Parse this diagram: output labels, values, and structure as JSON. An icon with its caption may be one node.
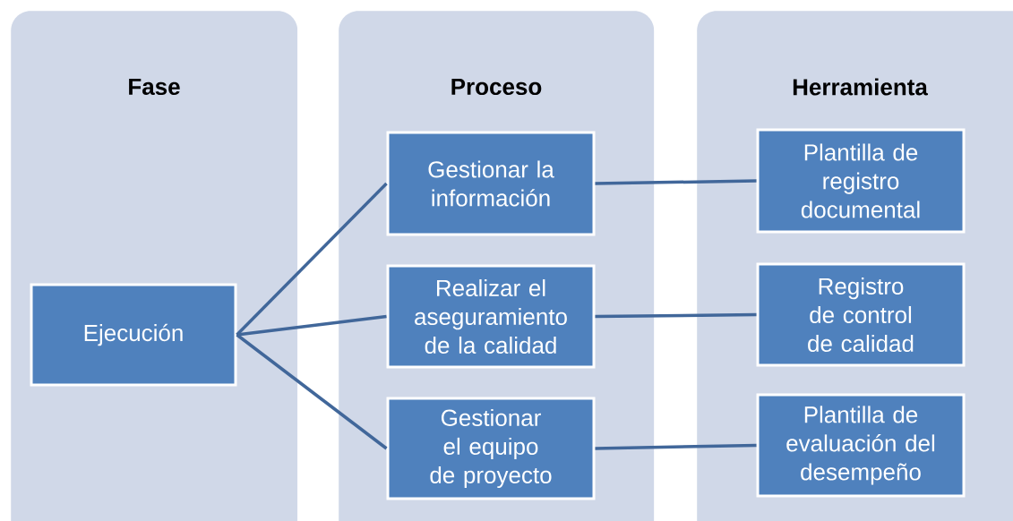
{
  "diagram": {
    "nodes": [
      {
        "text": [
          "Fase"
        ]
      },
      {
        "text": [
          "Proceso"
        ]
      },
      {
        "text": [
          "Herramienta"
        ]
      },
      {
        "text": [
          "Ejecución"
        ],
        "in": 0
      },
      {
        "text": [
          "Gestionar la información"
        ],
        "in": 1
      },
      {
        "text": [
          "Realizar el aseguramiento de la calidad"
        ],
        "in": 1
      },
      {
        "text": [
          "Gestionar el equipo de proyecto"
        ],
        "in": 1
      },
      {
        "text": [
          "Plantilla de registro documental"
        ],
        "in": 2
      },
      {
        "text": [
          "Registro de control de calidad"
        ],
        "in": 2
      },
      {
        "text": [
          "Plantilla de evaluación del desempeño"
        ],
        "in": 2
      }
    ],
    "edges": [
      {
        "from": 3,
        "to": 4,
        "arrow": "none"
      },
      {
        "from": 3,
        "to": 5,
        "arrow": "none"
      },
      {
        "from": 3,
        "to": 6,
        "arrow": "none"
      },
      {
        "from": 4,
        "to": 7,
        "arrow": "none"
      },
      {
        "from": 5,
        "to": 8,
        "arrow": "none"
      },
      {
        "from": 6,
        "to": 9,
        "arrow": "none"
      }
    ]
  }
}
